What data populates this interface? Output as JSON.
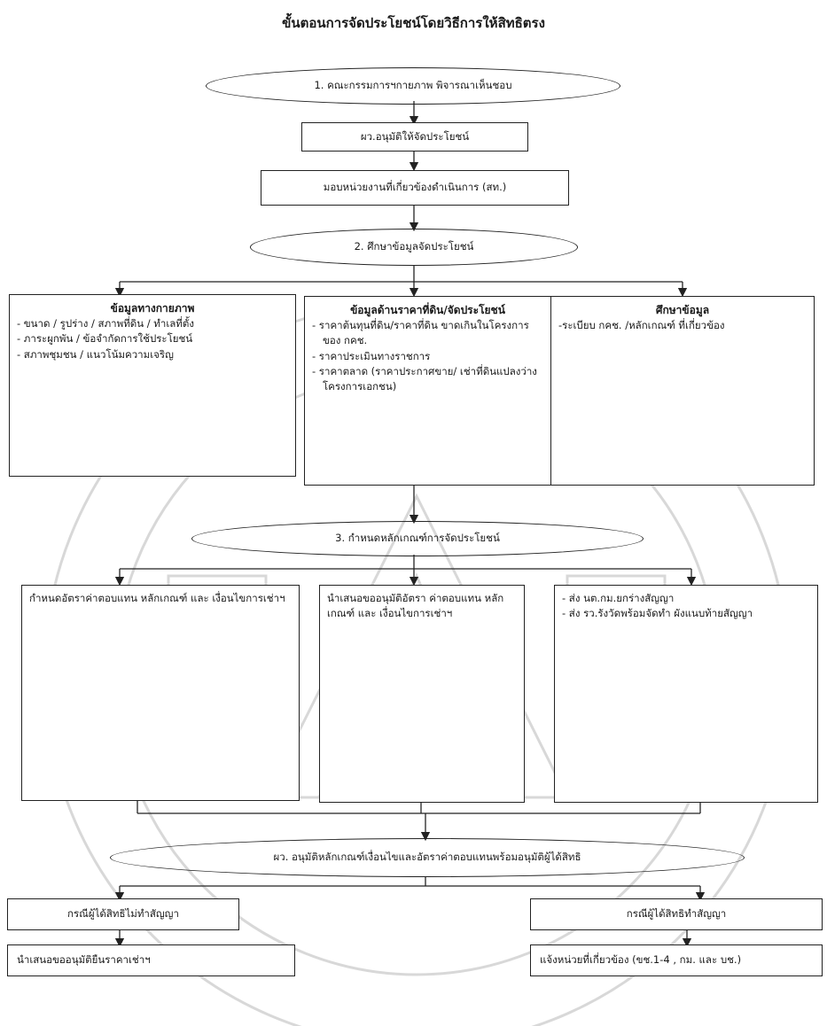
{
  "title": "ขั้นตอนการจัดประโยชน์โดยวิธีการให้สิทธิตรง",
  "step1": "1. คณะกรรมการฯกายภาพ พิจารณาเห็นชอบ",
  "approve_box": "ผว.อนุมัติให้จัดประโยชน์",
  "assign_box": "มอบหน่วยงานที่เกี่ยวข้องดำเนินการ (สท.)",
  "step2": "2. ศึกษาข้อมูลจัดประโยชน์",
  "physical": {
    "heading": "ข้อมูลทางกายภาพ",
    "items": [
      "- ขนาด / รูปร่าง / สภาพที่ดิน / ทำเลที่ตั้ง",
      "- ภาระผูกพัน / ข้อจำกัดการใช้ประโยชน์",
      "- สภาพชุมชน / แนวโน้มความเจริญ"
    ]
  },
  "price": {
    "heading": "ข้อมูลด้านราคาที่ดิน/จัดประโยชน์",
    "items": [
      "- ราคาต้นทุนที่ดิน/ราคาที่ดิน ขาดเกินในโครงการของ กคช.",
      "- ราคาประเมินทางราชการ",
      "- ราคาตลาด (ราคาประกาศขาย/ เช่าที่ดินแปลงว่างโครงการเอกชน)"
    ]
  },
  "study": {
    "heading": "ศึกษาข้อมูล",
    "text": "-ระเบียบ กคช. /หลักเกณฑ์ ที่เกี่ยวข้อง"
  },
  "step3": "3. กำหนดหลักเกณฑ์การจัดประโยชน์",
  "rate_box": "กำหนดอัตราค่าตอบแทน หลักเกณฑ์ และ เงื่อนไขการเช่าฯ",
  "propose_box": "นำเสนอขออนุมัติอัตรา ค่าตอบแทน หลักเกณฑ์ และ เงื่อนไขการเช่าฯ",
  "contract_box": {
    "items": [
      "- ส่ง นต.กม.ยกร่างสัญญา",
      "- ส่ง รว.รังวัดพร้อมจัดทำ ผังแนบท้ายสัญญา"
    ]
  },
  "approve_rights": "ผว. อนุมัติหลักเกณฑ์เงื่อนไขและอัตราค่าตอบแทนพร้อมอนุมัติผู้ได้สิทธิ",
  "no_contract": "กรณีผู้ได้สิทธิไม่ทำสัญญา",
  "no_contract_action": "นำเสนอขออนุมัติยืนราคาเช่าฯ",
  "yes_contract": "กรณีผู้ได้สิทธิทำสัญญา",
  "yes_contract_action": "แจ้งหน่วยที่เกี่ยวข้อง (ขช.1-4 , กม. และ บช.)"
}
